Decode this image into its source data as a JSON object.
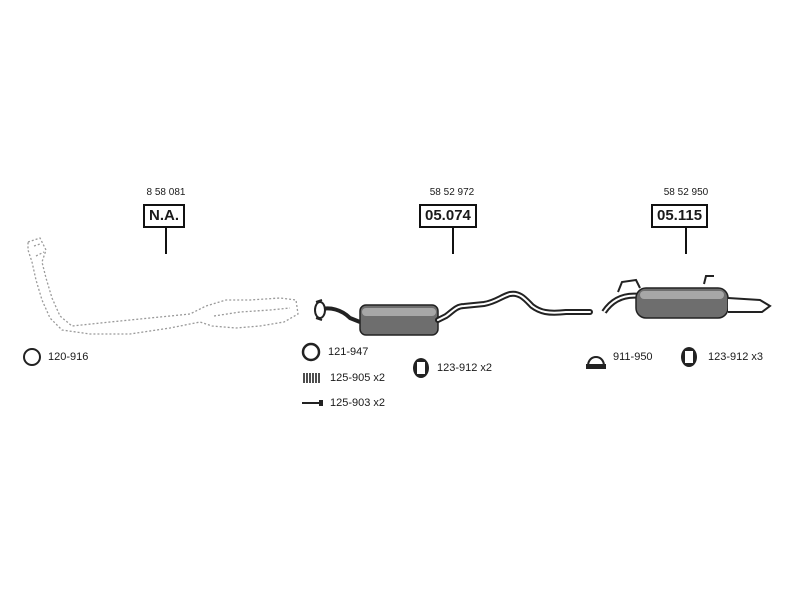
{
  "parts": [
    {
      "oe": "8 58 081",
      "code": "N.A."
    },
    {
      "oe": "58 52 972",
      "code": "05.074"
    },
    {
      "oe": "58 52 950",
      "code": "05.115"
    }
  ],
  "accessories": [
    {
      "label": "120-916",
      "icon": "ring-icon"
    },
    {
      "label": "121-947",
      "icon": "ring-icon"
    },
    {
      "label": "125-905 x2",
      "icon": "spring-icon"
    },
    {
      "label": "125-903 x2",
      "icon": "bolt-icon"
    },
    {
      "label": "123-912 x2",
      "icon": "rubber-hanger-icon"
    },
    {
      "label": "911-950",
      "icon": "clamp-icon"
    },
    {
      "label": "123-912 x3",
      "icon": "rubber-hanger-icon"
    }
  ]
}
